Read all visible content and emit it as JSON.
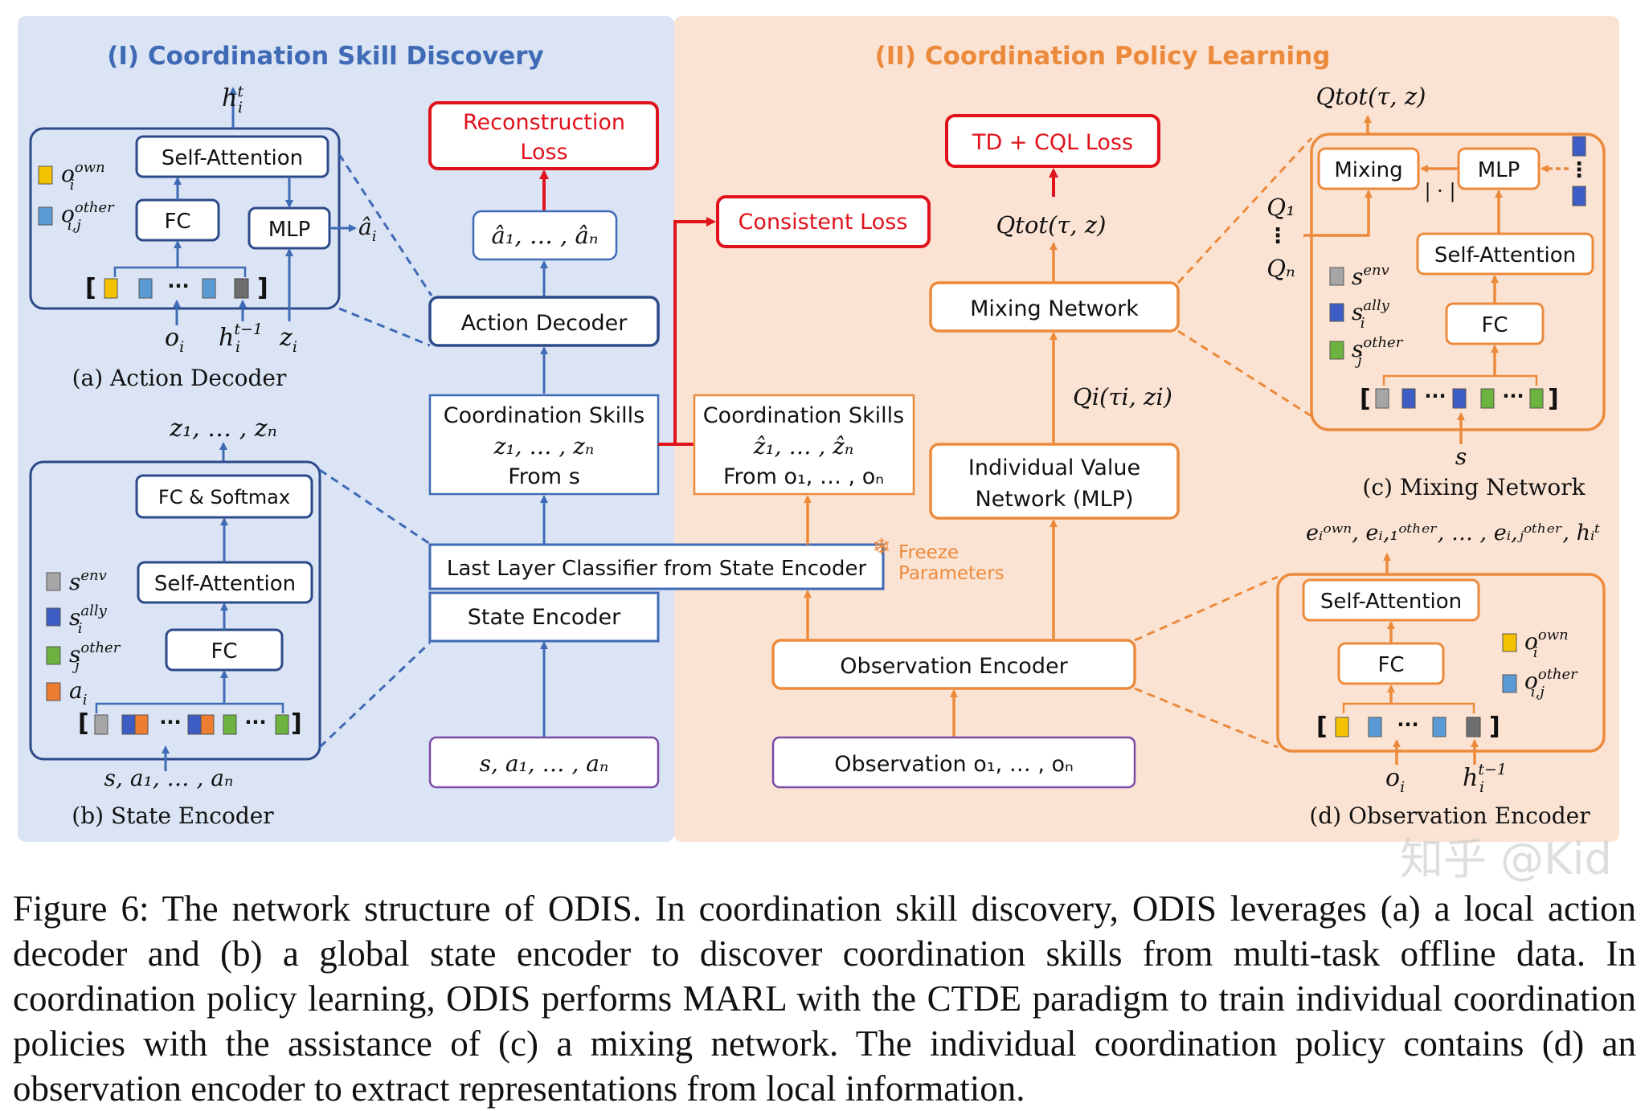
{
  "colors": {
    "blue_panel": "#dbe4f4",
    "orange_panel": "#fbe3d3",
    "blue": "#3f6ab5",
    "dark_blue": "#2c4a8a",
    "orange": "#ec8a3c",
    "red": "#e0121b",
    "purple": "#7b4aa6",
    "sq_yellow": "#f5c200",
    "sq_blue": "#5b9bd5",
    "sq_gray": "#a6a6a6",
    "sq_darkgray": "#6e6e6e",
    "sq_royal": "#3d5cc4",
    "sq_green": "#6cb33f",
    "sq_orange": "#ed7d31"
  },
  "panels": {
    "left_title": "(I) Coordination Skill Discovery",
    "right_title": "(II) Coordination Policy Learning"
  },
  "action_decoder": {
    "caption": "(a) Action Decoder",
    "self_attention": "Self-Attention",
    "fc": "FC",
    "mlp": "MLP",
    "output_h": "h",
    "output_h_sup": "t",
    "output_h_sub": "i",
    "o_own_main": "o",
    "o_own_sup": "own",
    "o_own_sub": "i",
    "o_other_main": "o",
    "o_other_sup": "other",
    "o_other_sub": "i,j",
    "a_hat_main": "â",
    "a_hat_sub": "i",
    "in_o_main": "o",
    "in_o_sub": "i",
    "in_h_main": "h",
    "in_h_sup": "t−1",
    "in_h_sub": "i",
    "in_z_main": "z",
    "in_z_sub": "i",
    "bracket_open": "[",
    "bracket_close": "]",
    "ellipsis": "···"
  },
  "state_encoder": {
    "caption": "(b) State Encoder",
    "fc_softmax": "FC & Softmax",
    "self_attention": "Self-Attention",
    "fc": "FC",
    "output": "z₁, … , zₙ",
    "s_env_main": "s",
    "s_env_sup": "env",
    "s_ally_main": "s",
    "s_ally_sup": "ally",
    "s_ally_sub": "i",
    "s_other_main": "s",
    "s_other_sup": "other",
    "s_other_sub": "j",
    "a_main": "a",
    "a_sub": "i",
    "input": "s, a₁, … , aₙ",
    "bracket_open": "[",
    "bracket_close": "]",
    "ellipsis": "···"
  },
  "middle": {
    "reconstruction_loss_line1": "Reconstruction",
    "reconstruction_loss_line2": "Loss",
    "a_hat_out": "â₁, … , âₙ",
    "action_decoder": "Action Decoder",
    "coord_skills_title": "Coordination Skills",
    "coord_skills_vars": "z₁, … , zₙ",
    "coord_skills_from": "From s",
    "last_layer": "Last Layer Classifier from State Encoder",
    "state_encoder": "State Encoder",
    "input": "s, a₁, … , aₙ",
    "consistent_loss": "Consistent Loss",
    "coord_skills2_title": "Coordination Skills",
    "coord_skills2_vars": "ẑ₁, … , ẑₙ",
    "coord_skills2_from": "From o₁, … , oₙ",
    "freeze_icon": "❄",
    "freeze_line1": "Freeze",
    "freeze_line2": "Parameters"
  },
  "policy": {
    "td_cql_loss": "TD + CQL Loss",
    "q_tot": "Qtot(τ, z)",
    "q_tot_top": "Qtot(τ, z)",
    "mixing_network": "Mixing Network",
    "q_i": "Qi(τi, zi)",
    "individual_value_line1": "Individual Value",
    "individual_value_line2": "Network (MLP)",
    "observation_encoder": "Observation Encoder",
    "observation_input": "Observation o₁, … , oₙ"
  },
  "mixing_detail": {
    "caption": "(c) Mixing Network",
    "mixing": "Mixing",
    "mlp": "MLP",
    "abs": "| · |",
    "self_attention": "Self-Attention",
    "fc": "FC",
    "q1": "Q₁",
    "qn": "Qₙ",
    "vdots": "⋮",
    "s_env_main": "s",
    "s_env_sup": "env",
    "s_ally_main": "s",
    "s_ally_sup": "ally",
    "s_ally_sub": "i",
    "s_other_main": "s",
    "s_other_sup": "other",
    "s_other_sub": "j",
    "input": "s",
    "bracket_open": "[",
    "bracket_close": "]",
    "ellipsis": "···"
  },
  "obs_detail": {
    "caption": "(d) Observation Encoder",
    "output": "eᵢᵒʷⁿ, eᵢ,₁ᵒᵗʰᵉʳ, … , eᵢ,ⱼᵒᵗʰᵉʳ, hᵢᵗ",
    "self_attention": "Self-Attention",
    "fc": "FC",
    "o_own_main": "o",
    "o_own_sup": "own",
    "o_own_sub": "i",
    "o_other_main": "o",
    "o_other_sup": "other",
    "o_other_sub": "i,j",
    "in_o_main": "o",
    "in_o_sub": "i",
    "in_h_main": "h",
    "in_h_sup": "t−1",
    "in_h_sub": "i",
    "bracket_open": "[",
    "bracket_close": "]",
    "ellipsis": "···"
  },
  "caption": "Figure 6: The network structure of ODIS. In coordination skill discovery, ODIS leverages (a) a local action decoder and (b) a global state encoder to discover coordination skills from multi-task offline data. In coordination policy learning, ODIS performs MARL with the CTDE paradigm to train individual coordination policies with the assistance of (c) a mixing network. The individual coordination policy contains (d) an observation encoder to extract representations from local information.",
  "watermark": "知乎 @Kid"
}
